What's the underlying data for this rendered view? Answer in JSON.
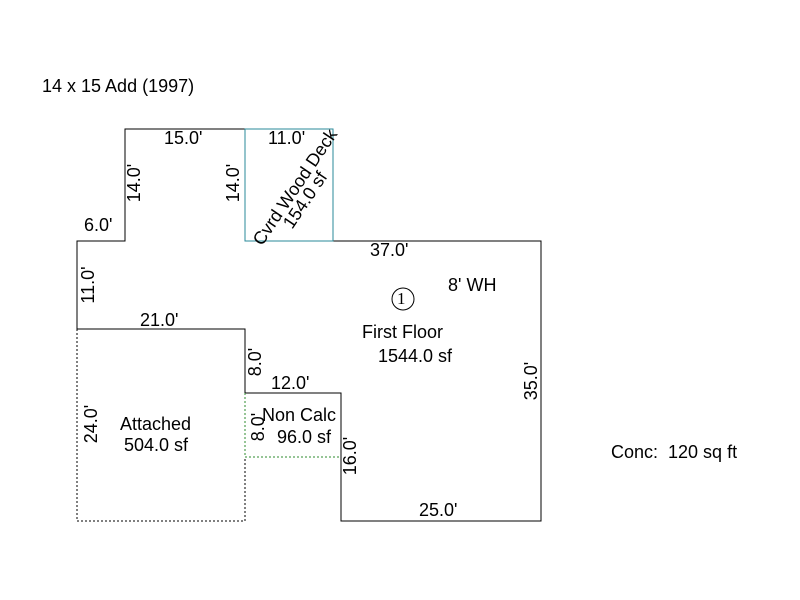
{
  "header": {
    "title": "14 x 15 Add (1997)"
  },
  "areas": {
    "first_floor": {
      "name": "First Floor",
      "area": "1544.0 sf",
      "note": "8' WH",
      "marker": "1"
    },
    "garage": {
      "name": "Attached",
      "area": "504.0 sf"
    },
    "deck": {
      "name": "Cvrd Wood Deck",
      "area": "154.0 sf"
    },
    "non_calc": {
      "name": "Non Calc",
      "area": "96.0 sf"
    }
  },
  "dimensions": {
    "top_left": "15.0'",
    "deck_top": "11.0'",
    "left_upper": "14.0'",
    "deck_left": "14.0'",
    "step": "6.0'",
    "mid_left": "11.0'",
    "garage_top": "21.0'",
    "garage_left": "24.0'",
    "garage_right": "8.0'",
    "nc_top": "12.0'",
    "nc_left": "8.0'",
    "nc_right": "16.0'",
    "main_top": "37.0'",
    "main_right": "35.0'",
    "bottom": "25.0'"
  },
  "extras": {
    "concrete": "Conc:  120 sq ft"
  },
  "colors": {
    "outline": "#000000",
    "deck": "#2a8a9a",
    "non_calc": "#2e8b2e"
  }
}
